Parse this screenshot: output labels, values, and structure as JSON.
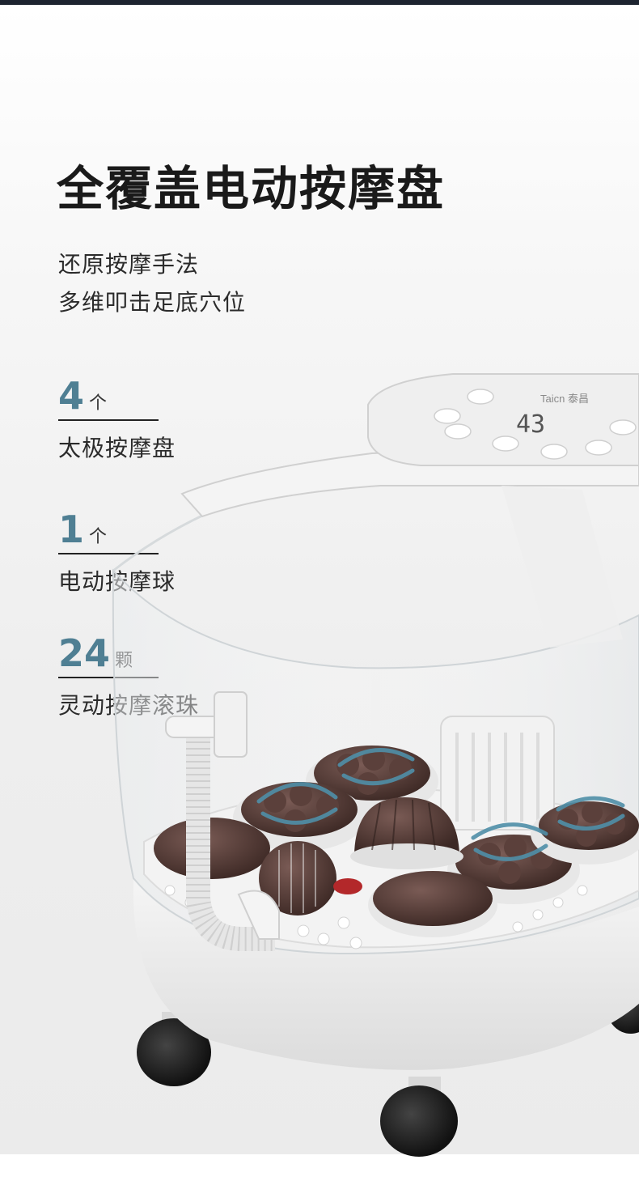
{
  "headline": "全覆盖电动按摩盘",
  "subtitle_lines": [
    "还原按摩手法",
    "多维叩击足底穴位"
  ],
  "stats": [
    {
      "number": "4",
      "unit": "个",
      "desc": "太极按摩盘"
    },
    {
      "number": "1",
      "unit": "个",
      "desc": "电动按摩球"
    },
    {
      "number": "24",
      "unit": "颗",
      "desc": "灵动按摩滚珠"
    }
  ],
  "product": {
    "brand_text": "Taicn 泰昌",
    "display_value": "43"
  },
  "colors": {
    "accent": "#4f7f93",
    "headline": "#1a1a1a",
    "roller": "#4a3430",
    "arrow": "#4f8fa8"
  }
}
